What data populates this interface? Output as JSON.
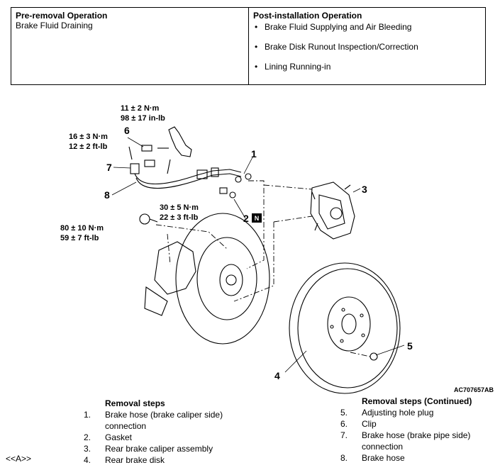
{
  "pre_removal": {
    "header": "Pre-removal Operation",
    "items": [
      "Brake Fluid Draining"
    ]
  },
  "post_installation": {
    "header": "Post-installation Operation",
    "items": [
      "Brake Fluid Supplying and Air Bleeding",
      "Brake Disk Runout Inspection/Correction",
      "Lining Running-in"
    ]
  },
  "diagram": {
    "callouts": [
      "1",
      "2",
      "3",
      "4",
      "5",
      "6",
      "7",
      "8"
    ],
    "torques": {
      "t6": [
        "11 ± 2 N·m",
        "98 ± 17 in-lb"
      ],
      "t7": [
        "16 ± 3 N·m",
        "12 ± 2 ft-lb"
      ],
      "t2": [
        "30 ± 5 N·m",
        "22 ± 3 ft-lb"
      ],
      "t8": [
        "80 ± 10 N·m",
        "59 ± 7 ft-lb"
      ]
    },
    "new_part_badge": "N",
    "figure_code": "AC707657AB"
  },
  "removal_steps": {
    "header": "Removal steps",
    "steps": [
      {
        "num": "1.",
        "text": "Brake hose (brake caliper side) connection"
      },
      {
        "num": "2.",
        "text": "Gasket"
      },
      {
        "num": "3.",
        "text": "Rear brake caliper assembly"
      },
      {
        "num": "4.",
        "text": "Rear brake disk"
      }
    ]
  },
  "removal_steps_continued": {
    "header": "Removal steps (Continued)",
    "steps": [
      {
        "num": "5.",
        "text": "Adjusting hole plug"
      },
      {
        "num": "6.",
        "text": "Clip"
      },
      {
        "num": "7.",
        "text": "Brake hose (brake pipe side) connection"
      },
      {
        "num": "8.",
        "text": "Brake hose"
      }
    ]
  },
  "reference_marker": "<<A>>"
}
